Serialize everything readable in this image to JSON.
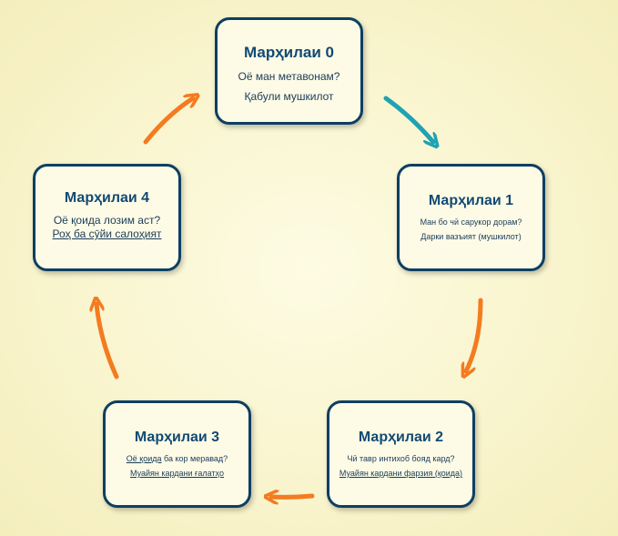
{
  "colors": {
    "box_border": "#0d3f63",
    "title_text": "#124a73",
    "body_text": "#1a3c5a",
    "arrow_orange": "#f47b20",
    "arrow_teal": "#1fa3b3",
    "background": "#faf6d2"
  },
  "stages": [
    {
      "title": "Марҳилаи 0",
      "line1": "Оё ман метавонам?",
      "line2": "Қабули мушкилот"
    },
    {
      "title": "Марҳилаи 1",
      "line1": "Ман бо чӣ сарукор дорам?",
      "line2": "Дарки вазъият (мушкилот)"
    },
    {
      "title": "Марҳилаи 2",
      "line1": "Чӣ тавр интихоб бояд кард?",
      "line2": "Муайян кардани фарзия (қоида)"
    },
    {
      "title": "Марҳилаи 3",
      "line1_a": "Оё қоида",
      "line1_b": " ба кор меравад?",
      "line2": "Муайян кардани ғалатҳо"
    },
    {
      "title": "Марҳилаи 4",
      "line1_a": "Оё қоида лозим аст? ",
      "line1_b": "Роҳ ба сӯйи салоҳият"
    }
  ],
  "arrows": [
    {
      "from": "stage0",
      "to": "stage1",
      "color": "teal"
    },
    {
      "from": "stage1",
      "to": "stage2",
      "color": "orange"
    },
    {
      "from": "stage2",
      "to": "stage3",
      "color": "orange"
    },
    {
      "from": "stage3",
      "to": "stage4",
      "color": "orange"
    },
    {
      "from": "stage4",
      "to": "stage0",
      "color": "orange"
    }
  ]
}
